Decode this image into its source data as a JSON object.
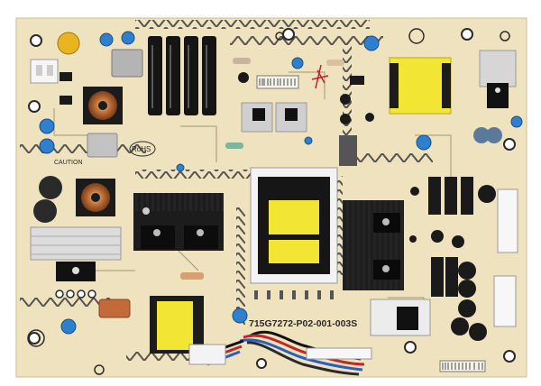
{
  "board": {
    "part_number": "715G7272-P02-001-003S",
    "rohs_mark": "RoHS",
    "caution_label": "CAUTION"
  },
  "colors": {
    "pcb": "#efe3bf",
    "trace": "#3a3a3a",
    "transformer_yellow": "#f2e533",
    "heatsink": "#1c1c1c",
    "capacitor_blue": "#2f7fcf",
    "electrolytic": "#151515"
  }
}
